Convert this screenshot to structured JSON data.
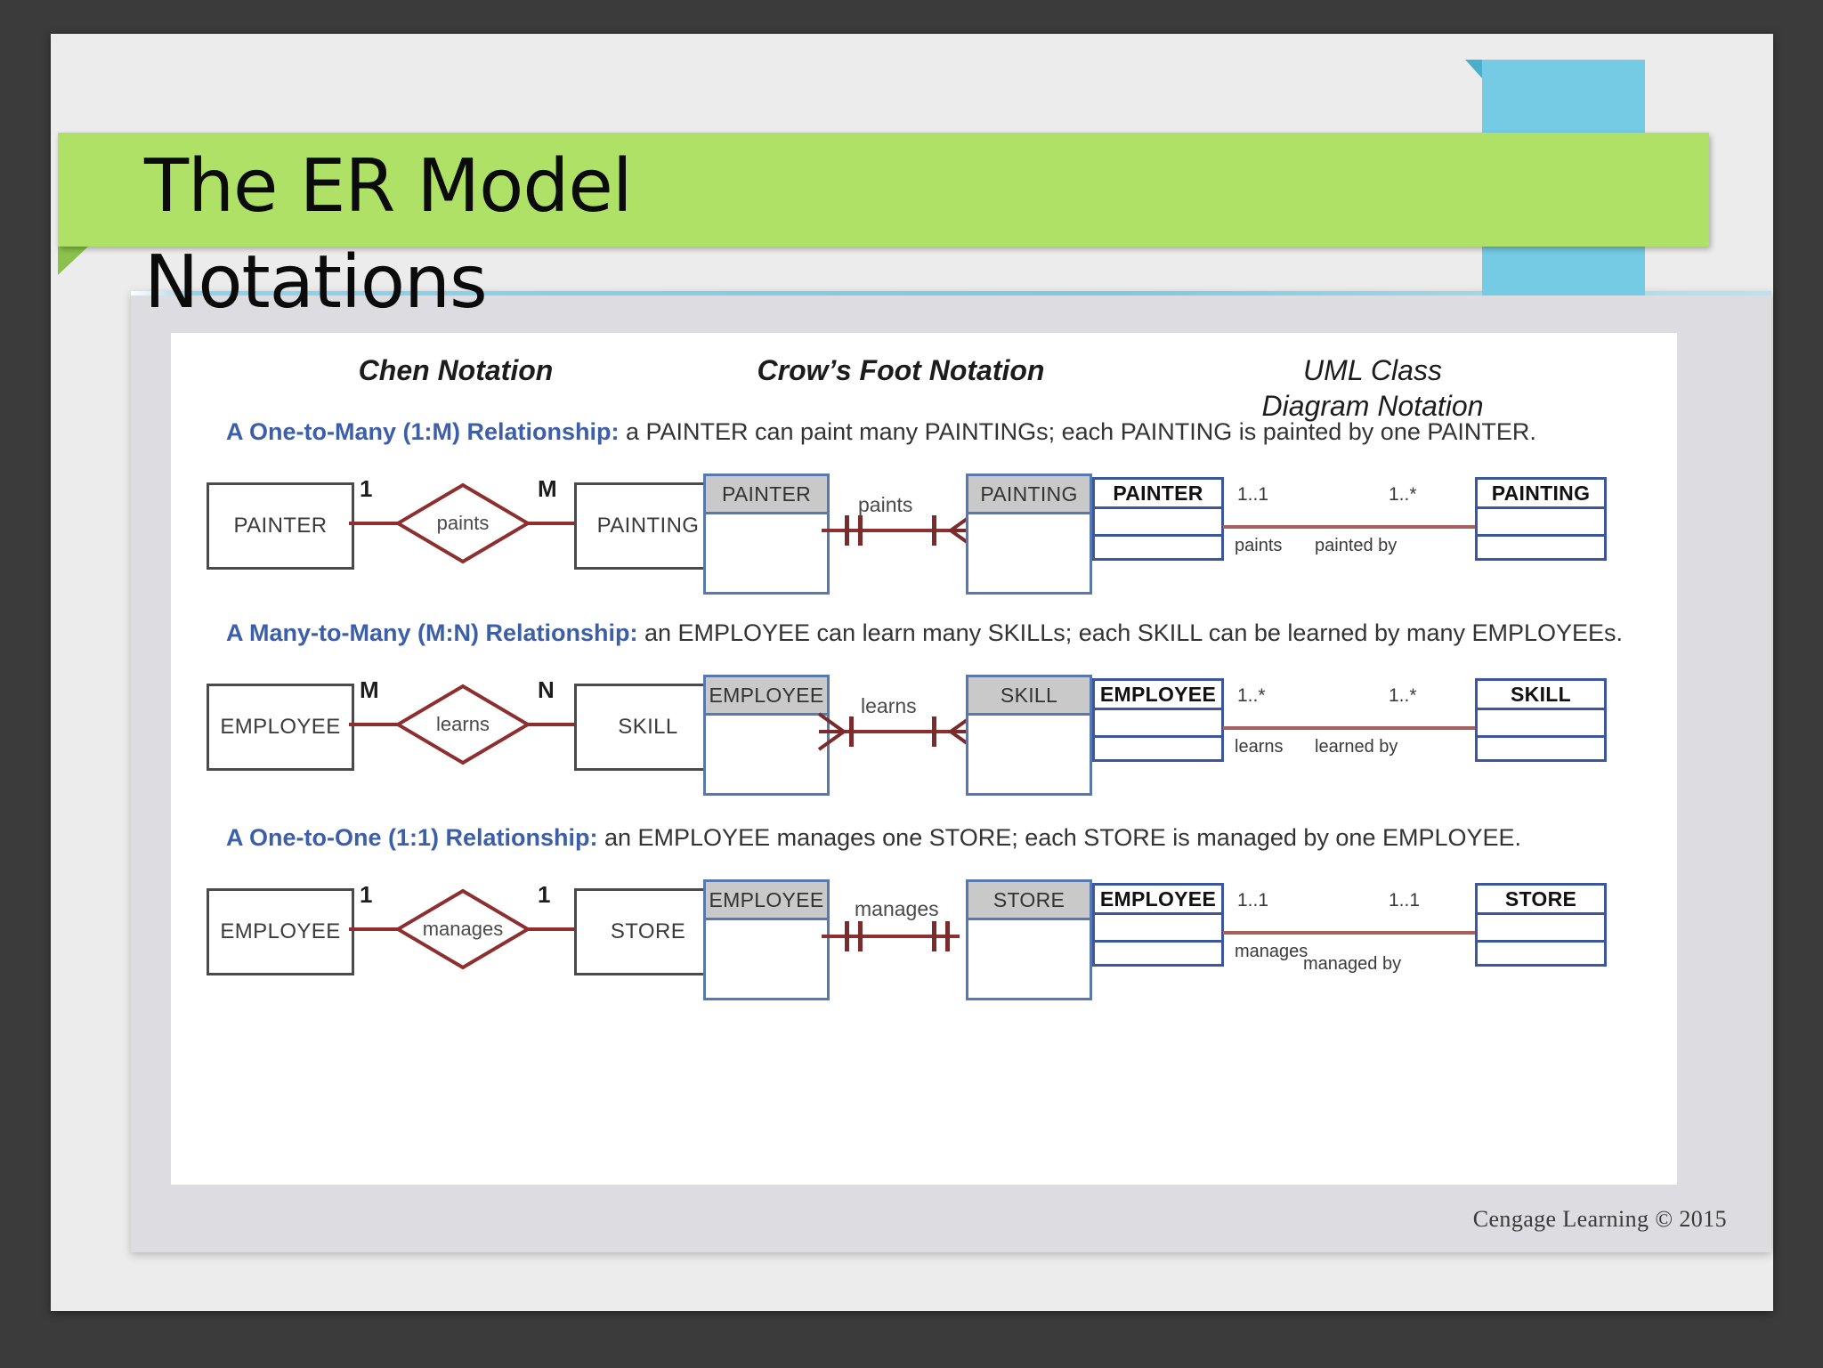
{
  "slide": {
    "title": "The ER Model\nNotations",
    "banner_color": "#b0e167",
    "ribbon_color": "#74cbe3",
    "credit": "Cengage Learning © 2015"
  },
  "figure": {
    "columns": [
      {
        "id": "chen",
        "label": "Chen Notation"
      },
      {
        "id": "crow",
        "label": "Crow’s Foot Notation"
      },
      {
        "id": "uml",
        "label": "UML Class\nDiagram Notation"
      }
    ],
    "rows": [
      {
        "caption_bold": "A One-to-Many (1:M) Relationship:",
        "caption_rest": " a PAINTER can paint many PAINTINGs; each PAINTING is painted by one PAINTER.",
        "chen": {
          "left_entity": "PAINTER",
          "right_entity": "PAINTING",
          "relationship": "paints",
          "left_cardinality": "1",
          "right_cardinality": "M"
        },
        "crow": {
          "left_entity": "PAINTER",
          "right_entity": "PAINTING",
          "relationship": "paints",
          "left_symbol": "one-mandatory",
          "right_symbol": "many-mandatory"
        },
        "uml": {
          "left_entity": "PAINTER",
          "right_entity": "PAINTING",
          "left_multiplicity": "1..1",
          "right_multiplicity": "1..*",
          "left_role": "paints",
          "right_role": "painted by"
        }
      },
      {
        "caption_bold": "A Many-to-Many (M:N) Relationship:",
        "caption_rest": " an EMPLOYEE can learn many SKILLs; each SKILL can be learned by many EMPLOYEEs.",
        "chen": {
          "left_entity": "EMPLOYEE",
          "right_entity": "SKILL",
          "relationship": "learns",
          "left_cardinality": "M",
          "right_cardinality": "N"
        },
        "crow": {
          "left_entity": "EMPLOYEE",
          "right_entity": "SKILL",
          "relationship": "learns",
          "left_symbol": "many-mandatory",
          "right_symbol": "many-mandatory"
        },
        "uml": {
          "left_entity": "EMPLOYEE",
          "right_entity": "SKILL",
          "left_multiplicity": "1..*",
          "right_multiplicity": "1..*",
          "left_role": "learns",
          "right_role": "learned by"
        }
      },
      {
        "caption_bold": "A One-to-One (1:1) Relationship:",
        "caption_rest": " an EMPLOYEE manages one STORE; each STORE is managed by one EMPLOYEE.",
        "chen": {
          "left_entity": "EMPLOYEE",
          "right_entity": "STORE",
          "relationship": "manages",
          "left_cardinality": "1",
          "right_cardinality": "1"
        },
        "crow": {
          "left_entity": "EMPLOYEE",
          "right_entity": "STORE",
          "relationship": "manages",
          "left_symbol": "one-mandatory",
          "right_symbol": "one-mandatory"
        },
        "uml": {
          "left_entity": "EMPLOYEE",
          "right_entity": "STORE",
          "left_multiplicity": "1..1",
          "right_multiplicity": "1..1",
          "left_role": "manages",
          "right_role": "managed by"
        }
      }
    ]
  },
  "colors": {
    "chen_line": "#8d2f2f",
    "chen_box_border": "#4a4a4a",
    "crow_border": "#5878b0",
    "crow_header_fill": "#c9c9c9",
    "uml_border": "#3c56a0",
    "uml_line": "#a8605f",
    "caption_accent": "#3c5fa8"
  }
}
